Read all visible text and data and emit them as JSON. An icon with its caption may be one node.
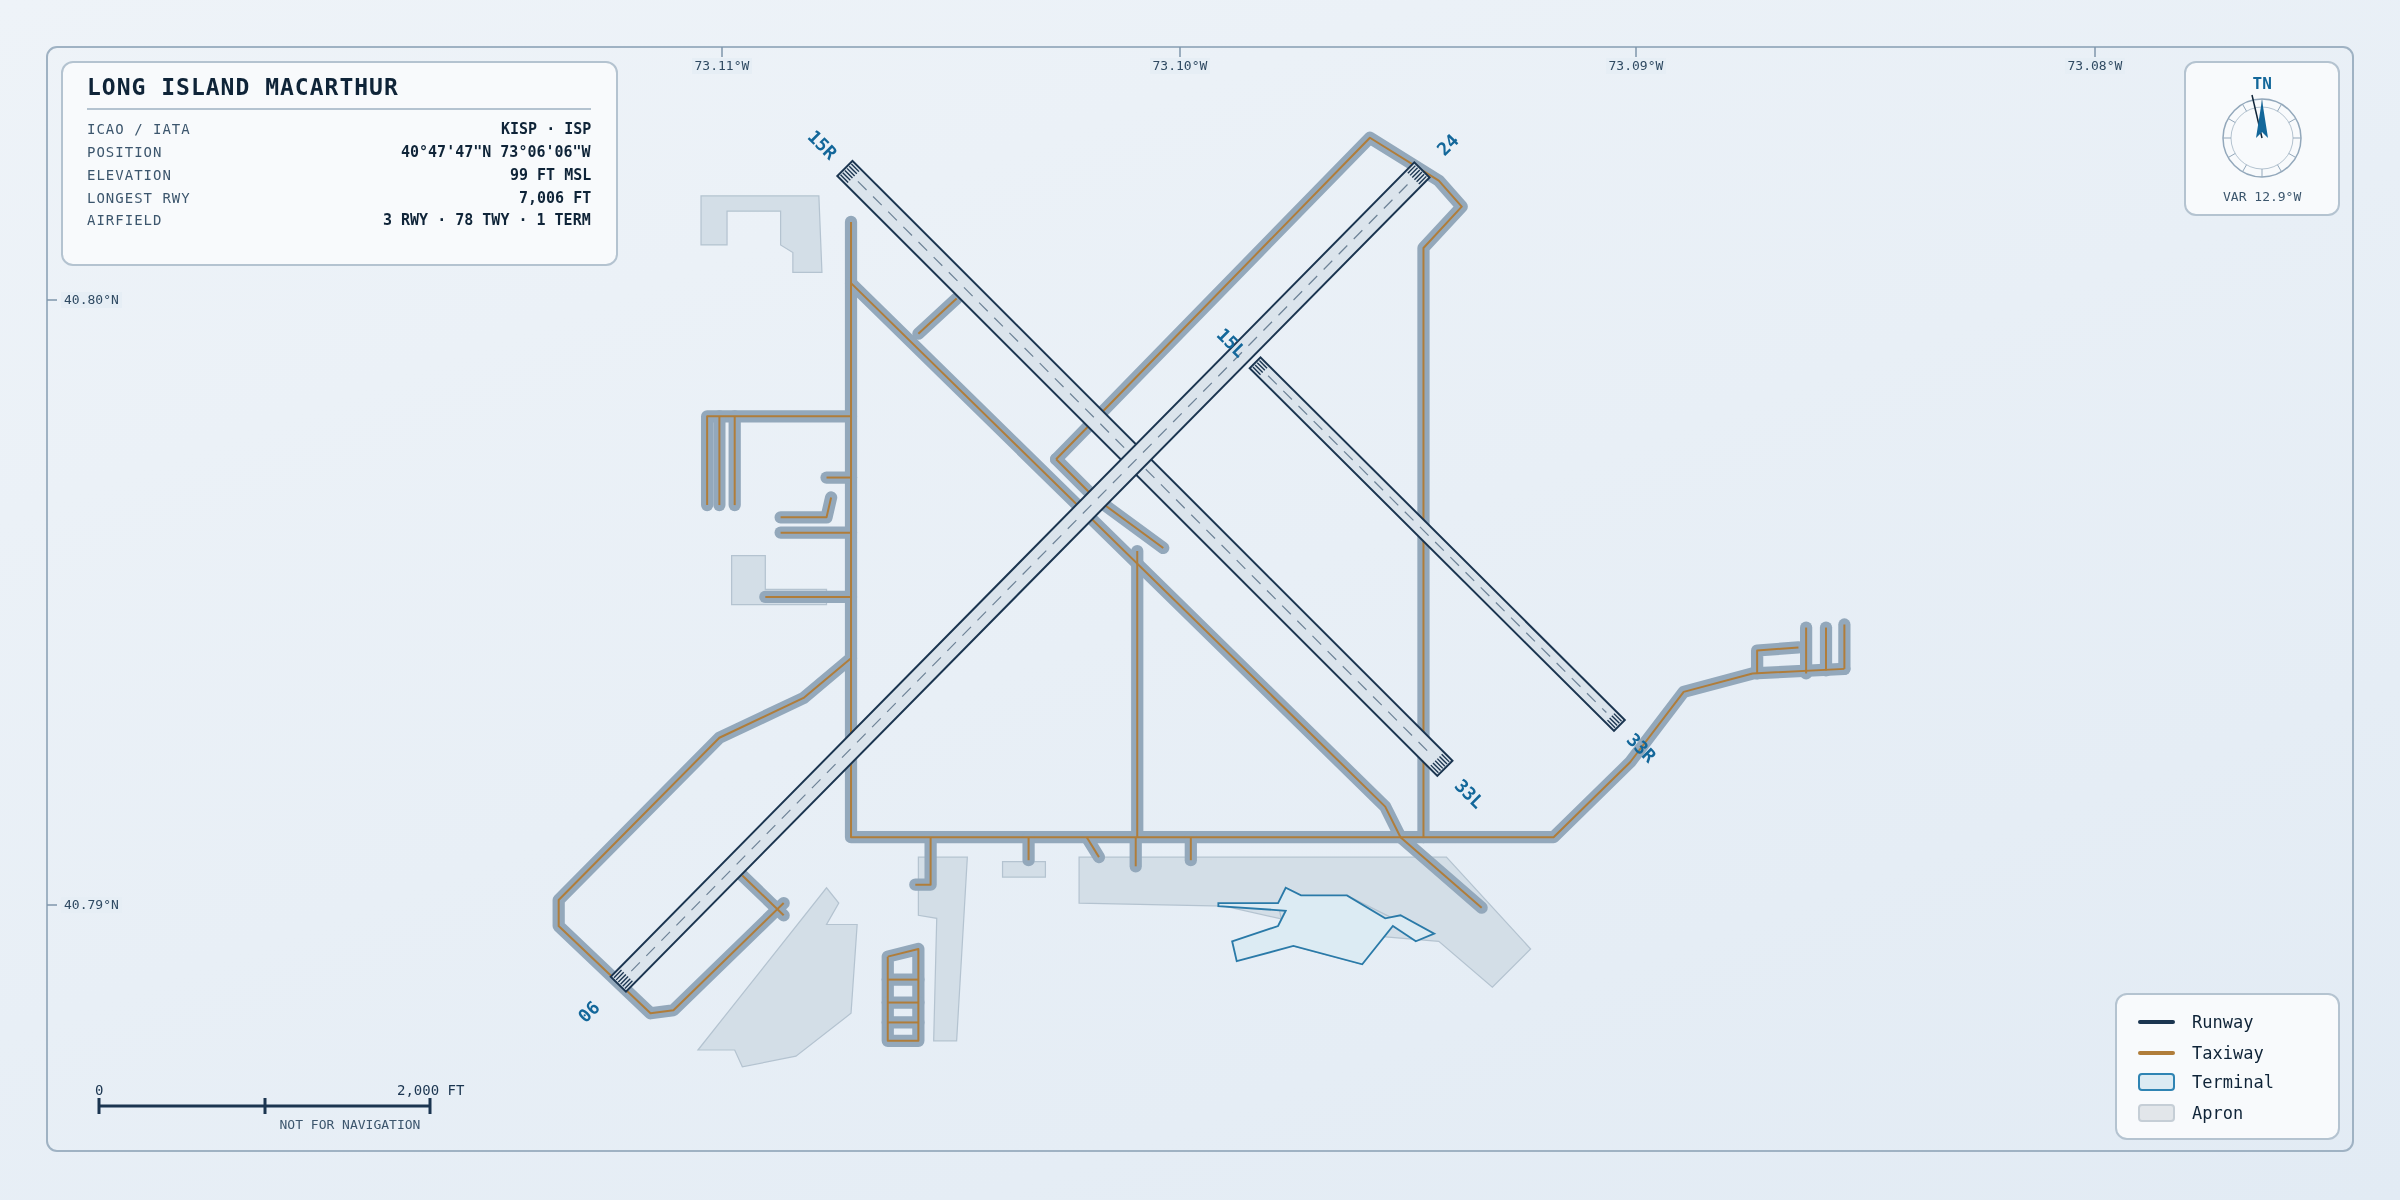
{
  "diagram": {
    "title": "LONG ISLAND MACARTHUR",
    "labels": [
      "ICAO / IATA",
      "KISP · ISP",
      "POSITION",
      "40°47'47\"N 73°06'06\"W",
      "ELEVATION",
      "99 FT MSL",
      "LONGEST RWY",
      "7,006 FT",
      "AIRFIELD",
      "3 RWY · 78 TWY · 1 TERM",
      "73.11°W",
      "73.10°W",
      "73.09°W",
      "73.08°W",
      "TN",
      "40.80°N",
      "15R",
      "24",
      "15L",
      "VAR 12.9°W",
      "33R",
      "33L",
      "40.79°N",
      "06",
      "0",
      "2,000 FT",
      "NOT FOR NAVIGATION"
    ],
    "legend": [
      {
        "text": "Runway"
      },
      {
        "text": "Taxiway"
      },
      {
        "text": "Terminal",
        "color": "#dcebf3"
      },
      {
        "text": "Apron",
        "color": "#e2e6ea"
      }
    ]
  }
}
